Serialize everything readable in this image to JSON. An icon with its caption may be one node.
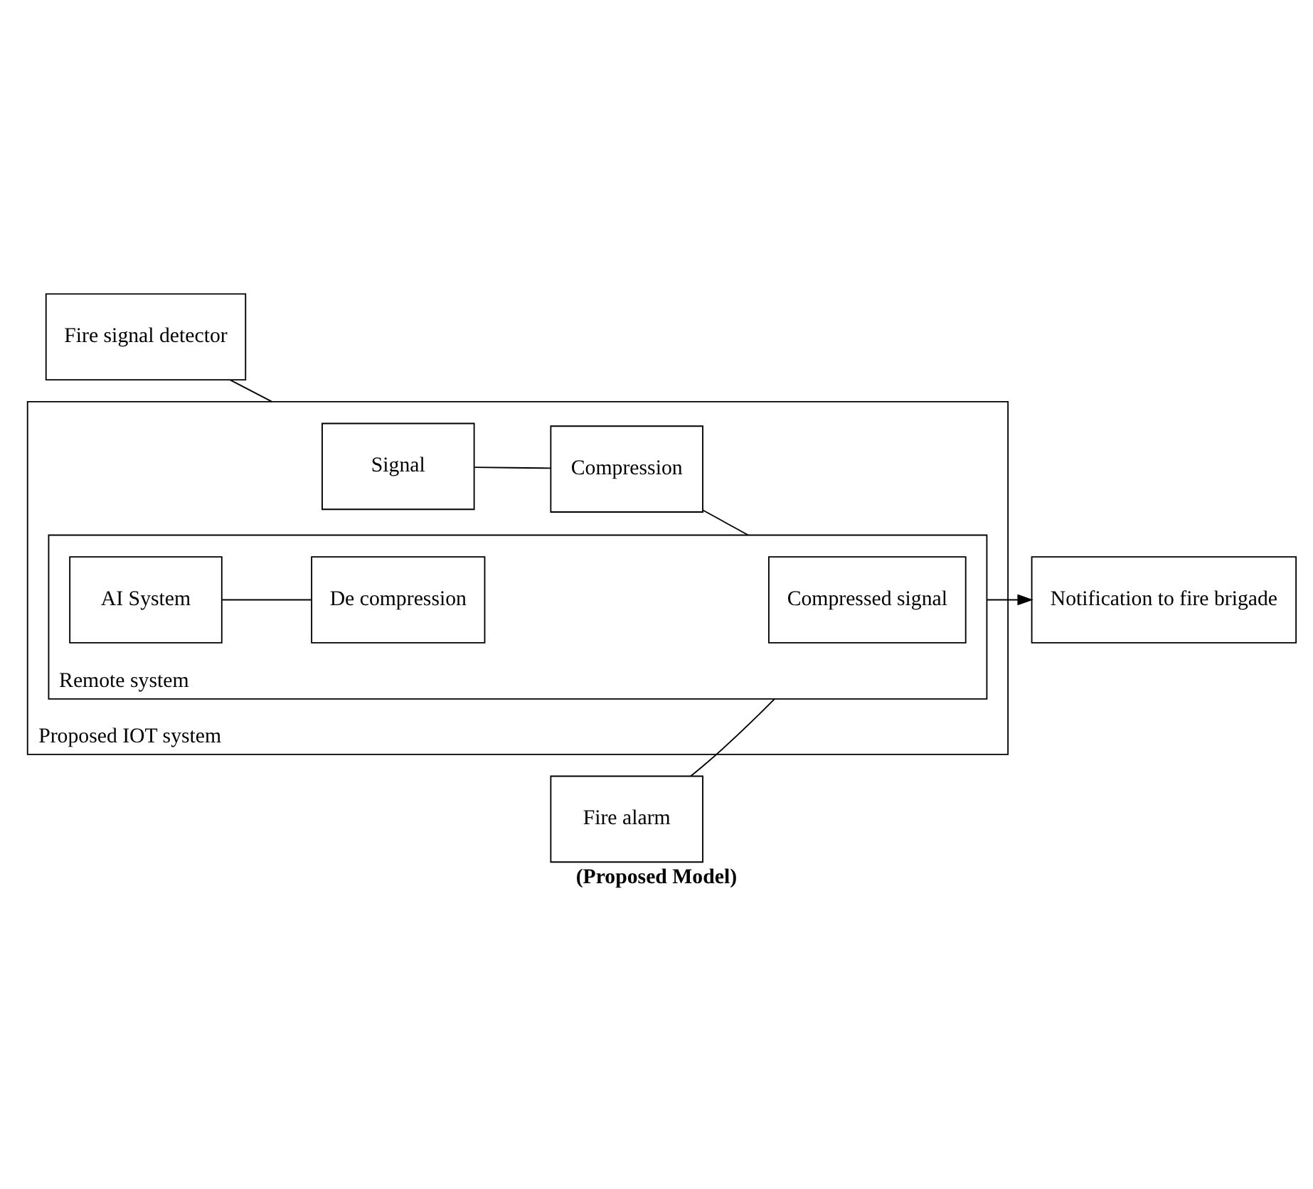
{
  "diagram": {
    "caption": "(Proposed Model)",
    "nodes": [
      {
        "text": [
          "Fire signal detector"
        ]
      },
      {
        "text": [
          "Proposed IOT system"
        ]
      },
      {
        "text": [
          "Signal"
        ],
        "in": 1
      },
      {
        "text": [
          "Compression"
        ],
        "in": 1
      },
      {
        "text": [
          "Notification to fire brigade"
        ]
      },
      {
        "text": [
          "Remote system"
        ],
        "in": 1
      },
      {
        "text": [
          "Compressed signal"
        ],
        "in": 5
      },
      {
        "text": [
          "Fire alarm"
        ]
      },
      {
        "text": [
          "AI System"
        ],
        "in": 5
      },
      {
        "text": [
          "De compression"
        ],
        "in": 5
      }
    ],
    "edges": [
      {
        "from": 0,
        "to": 1,
        "arrow": "none"
      },
      {
        "from": 2,
        "to": 3,
        "arrow": "none"
      },
      {
        "from": 3,
        "to": 5,
        "arrow": "none"
      },
      {
        "from": 5,
        "to": 4,
        "arrow": "to"
      },
      {
        "from": 7,
        "to": 5,
        "arrow": "none"
      },
      {
        "from": 8,
        "to": 9,
        "arrow": "none"
      }
    ]
  }
}
